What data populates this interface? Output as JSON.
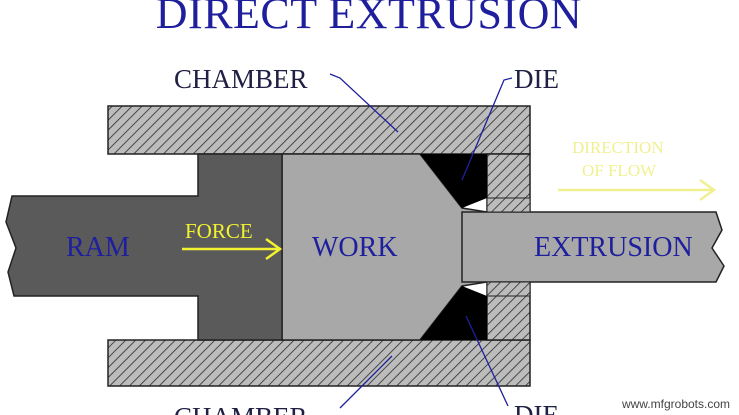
{
  "title": "DIRECT EXTRUSION",
  "labels": {
    "chamber_top": "CHAMBER",
    "die_top": "DIE",
    "chamber_bottom": "CHAMBER",
    "die_bottom": "DIE",
    "ram": "RAM",
    "force": "FORCE",
    "work": "WORK",
    "extrusion": "EXTRUSION",
    "direction_line1": "DIRECTION",
    "direction_line2": "OF FLOW"
  },
  "watermark": "www.mfgrobots.com",
  "colors": {
    "title": "#1f1f9e",
    "label_blue": "#1f1f9e",
    "label_dark": "#202045",
    "arrow_yellow": "#f2f230",
    "flow_yellow": "#f0f090",
    "ram": "#5a5a5a",
    "work": "#a8a8a8",
    "die": "#000000",
    "hatch_bg": "#bcbcbc",
    "hatch_line": "#2a2a2a"
  }
}
